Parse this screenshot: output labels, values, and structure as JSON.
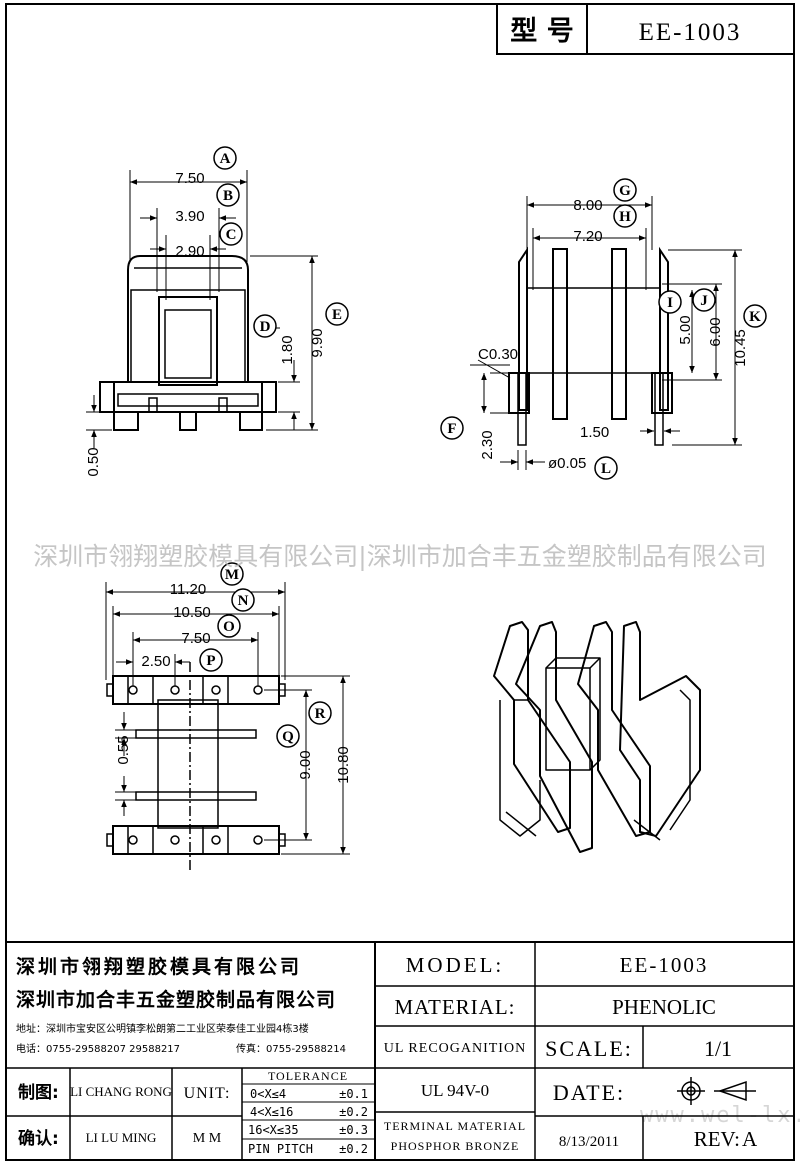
{
  "header": {
    "model_label": "型 号",
    "model_value": "EE-1003"
  },
  "watermark": "深圳市翎翔塑胶模具有限公司|深圳市加合丰五金塑胶制品有限公司",
  "watermark_site": "www.wel-lx.com",
  "views": {
    "front": {
      "dims": {
        "a": "7.50",
        "b": "3.90",
        "c": "2.90",
        "d": "1.80",
        "e": "9.90",
        "f": "0.50"
      },
      "bubbles": {
        "a": "A",
        "b": "B",
        "c": "C",
        "d": "D",
        "e": "E"
      }
    },
    "side": {
      "dims": {
        "g": "8.00",
        "h": "7.20",
        "i": "5.00",
        "j": "6.00",
        "k": "10.45",
        "c03": "C0.30",
        "f": "2.30",
        "pin": "1.50",
        "dia": "ø0.05"
      },
      "bubbles": {
        "g": "G",
        "h": "H",
        "i": "I",
        "j": "J",
        "k": "K",
        "f": "F",
        "l": "L"
      }
    },
    "bottom": {
      "dims": {
        "m": "11.20",
        "n": "10.50",
        "o": "7.50",
        "p": "2.50",
        "q": "9.00",
        "r": "10.80",
        "s": "0.55"
      },
      "bubbles": {
        "m": "M",
        "n": "N",
        "o": "O",
        "p": "P",
        "q": "Q",
        "r": "R"
      }
    }
  },
  "title_block": {
    "company1": "深圳市翎翔塑胶模具有限公司",
    "company2": "深圳市加合丰五金塑胶制品有限公司",
    "address": "地址：深圳市宝安区公明镇李松朗第二工业区荣泰佳工业园4栋3楼",
    "tel": "电话：0755-29588207  29588217",
    "fax": "传真：0755-29588214",
    "drawn_label": "制图:",
    "drawn_value": "LI CHANG RONG",
    "checked_label": "确认:",
    "checked_value": "LI LU MING",
    "unit_label": "UNIT:",
    "unit_value": "M M",
    "tolerance_title": "TOLERANCE",
    "tolerances": [
      {
        "range": "0<X≤4",
        "value": "±0.1"
      },
      {
        "range": "4<X≤16",
        "value": "±0.2"
      },
      {
        "range": "16<X≤35",
        "value": "±0.3"
      },
      {
        "range": "PIN PITCH",
        "value": "±0.2"
      }
    ],
    "model_label": "MODEL:",
    "model_value": "EE-1003",
    "material_label": "MATERIAL:",
    "material_value": "PHENOLIC",
    "ul_label": "UL RECOGANITION",
    "ul_value": "UL 94V-0",
    "terminal_line1": "TERMINAL MATERIAL",
    "terminal_line2": "PHOSPHOR  BRONZE",
    "scale_label": "SCALE:",
    "scale_value": "1/1",
    "date_label": "DATE:",
    "date_value": "8/13/2011",
    "rev_label": "REV:",
    "rev_value": "A"
  }
}
